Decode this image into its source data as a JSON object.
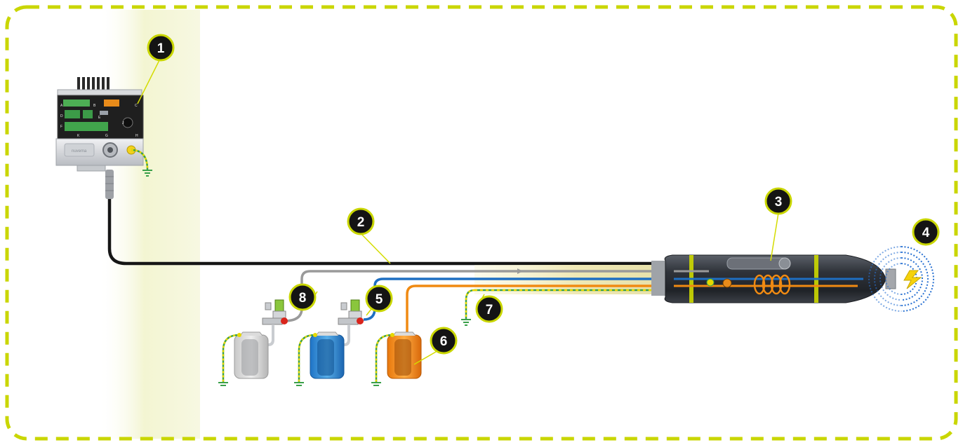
{
  "colors": {
    "frame": "#c9d600",
    "panel": "#f6f7da",
    "callout_fill": "#141414",
    "callout_text": "#ffffff",
    "cable_black": "#161616",
    "cable_grey": "#9a9a9a",
    "cable_blue": "#1e6fc2",
    "cable_orange": "#f08a12",
    "ground_green": "#3aa04a",
    "ground_yellow": "#e6d800",
    "probe_body": "#2e3138",
    "wave_blue": "#2a72d2"
  },
  "callouts": [
    {
      "label": "1",
      "target": "controller-unit"
    },
    {
      "label": "2",
      "target": "probe-cable"
    },
    {
      "label": "3",
      "target": "probe-module"
    },
    {
      "label": "4",
      "target": "probe-tip-emitter"
    },
    {
      "label": "5",
      "target": "valve-blue"
    },
    {
      "label": "6",
      "target": "tank-orange"
    },
    {
      "label": "7",
      "target": "sheath-ground"
    },
    {
      "label": "8",
      "target": "valve-grey"
    }
  ],
  "controller": {
    "port_letters": [
      "A",
      "B",
      "C",
      "D",
      "E",
      "F",
      "G",
      "H",
      "J",
      "K"
    ],
    "logo_text": "nuvema"
  }
}
